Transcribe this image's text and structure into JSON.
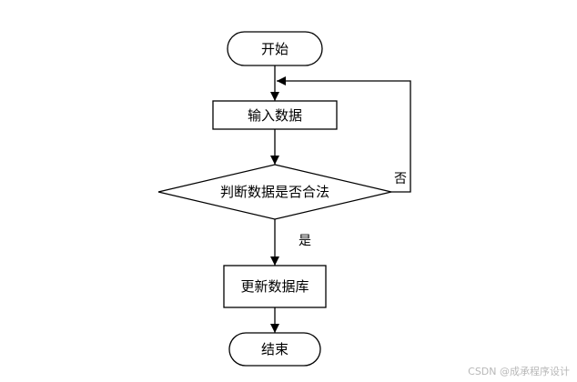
{
  "nodes": {
    "start": "开始",
    "input": "输入数据",
    "decision": "判断数据是否合法",
    "update": "更新数据库",
    "end": "结束"
  },
  "edges": {
    "yes": "是",
    "no": "否"
  },
  "watermark": "CSDN @成承程序设计"
}
